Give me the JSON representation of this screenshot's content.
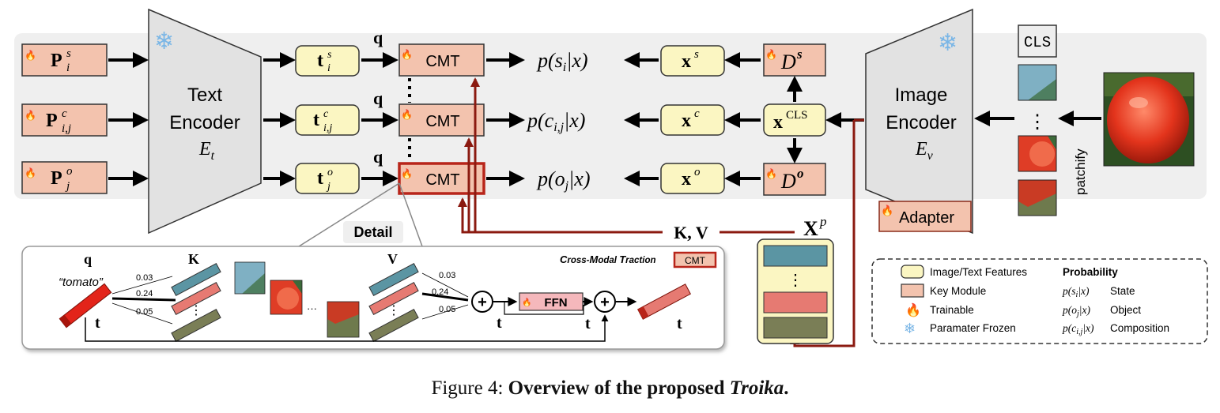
{
  "text_encoder": {
    "line1": "Text",
    "line2": "Encoder",
    "symbol": "E",
    "sub": "t"
  },
  "image_encoder": {
    "line1": "Image",
    "line2": "Encoder",
    "symbol": "E",
    "sub": "v"
  },
  "adapter_label": "Adapter",
  "cls_label": "CLS",
  "patchify_label": "patchify",
  "prompts": [
    {
      "base": "P",
      "sup": "s",
      "sub": "i"
    },
    {
      "base": "P",
      "sup": "c",
      "sub": "i,j"
    },
    {
      "base": "P",
      "sup": "o",
      "sub": "j"
    }
  ],
  "text_features": [
    {
      "base": "t",
      "sup": "s",
      "sub": "i"
    },
    {
      "base": "t",
      "sup": "c",
      "sub": "i,j"
    },
    {
      "base": "t",
      "sup": "o",
      "sub": "j"
    }
  ],
  "q_label": "q",
  "cmt_label": "CMT",
  "probabilities": [
    {
      "text": "p(s",
      "sub": "i",
      "tail": "|x)"
    },
    {
      "text": "p(c",
      "sub": "i,j",
      "tail": "|x)"
    },
    {
      "text": "p(o",
      "sub": "j",
      "tail": "|x)"
    }
  ],
  "image_features": [
    {
      "base": "x",
      "sup": "s"
    },
    {
      "base": "x",
      "sup": "c"
    },
    {
      "base": "x",
      "sup": "o"
    }
  ],
  "decoders": [
    {
      "base": "D",
      "sup": "s"
    },
    {
      "base": "D",
      "sup": "o"
    }
  ],
  "xcls": {
    "base": "x",
    "sup": "CLS"
  },
  "kv_label": "K, V",
  "xp_label": {
    "base": "X",
    "sup": "p"
  },
  "detail_label": "Detail",
  "detail": {
    "title_parts": [
      "C",
      "ross-",
      "M",
      "odal ",
      "T",
      "raction"
    ],
    "cmt_tag": "CMT",
    "q": "q",
    "tomato": "“tomato”",
    "t": "t",
    "K": "K",
    "V": "V",
    "weights_k": [
      "0.03",
      "0.24",
      "0.05"
    ],
    "weights_v": [
      "0.03",
      "0.24",
      "0.05"
    ],
    "ffn": "FFN",
    "plus": "+",
    "ellipsis": "···"
  },
  "legend": {
    "items": [
      "Image/Text Features",
      "Key Module",
      "Trainable",
      "Paramater Frozen"
    ],
    "prob_heading": "Probability",
    "probs": [
      {
        "text": "p(s",
        "sub": "i",
        "tail": "|x)",
        "label": "State"
      },
      {
        "text": "p(o",
        "sub": "j",
        "tail": "|x)",
        "label": "Object"
      },
      {
        "text": "p(c",
        "sub": "i,j",
        "tail": "|x)",
        "label": "Composition"
      }
    ]
  },
  "caption": {
    "prefix": "Figure 4: ",
    "bold": "Overview of the proposed ",
    "italic": "Troika",
    "end": "."
  },
  "colors": {
    "salmon": "#f3c3ae",
    "salmon_stroke": "#8a2b1a",
    "yellow": "#fbf6c2",
    "yellow_stroke": "#333333",
    "encoder_gray": "#e2e2e2",
    "band_gray": "#efefef",
    "dark_red": "#8b1a10",
    "teal": "#5b95a3",
    "pink": "#e67a72",
    "olive": "#7a7e56"
  }
}
